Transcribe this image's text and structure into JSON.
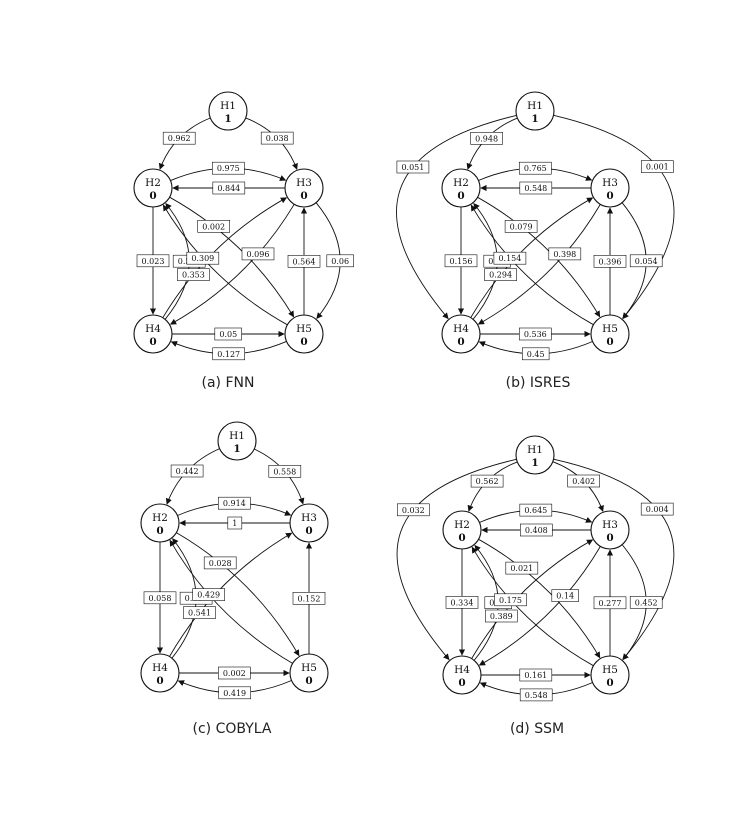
{
  "panels": [
    {
      "id": "fnn",
      "caption": "(a) FNN",
      "nodes": [
        {
          "id": "H1",
          "name": "H1",
          "value": "1"
        },
        {
          "id": "H2",
          "name": "H2",
          "value": "0"
        },
        {
          "id": "H3",
          "name": "H3",
          "value": "0"
        },
        {
          "id": "H4",
          "name": "H4",
          "value": "0"
        },
        {
          "id": "H5",
          "name": "H5",
          "value": "0"
        }
      ],
      "edges": [
        {
          "from": "H1",
          "to": "H2",
          "weight": "0.962"
        },
        {
          "from": "H1",
          "to": "H3",
          "weight": "0.038"
        },
        {
          "from": "H2",
          "to": "H3",
          "weight": "0.975"
        },
        {
          "from": "H3",
          "to": "H2",
          "weight": "0.844"
        },
        {
          "from": "H2",
          "to": "H5",
          "weight": "0.002"
        },
        {
          "from": "H3",
          "to": "H4",
          "weight": "0.096"
        },
        {
          "from": "H4",
          "to": "H2",
          "weight": "0.597"
        },
        {
          "from": "H2",
          "to": "H4",
          "weight": "0.023"
        },
        {
          "from": "H4",
          "to": "H3",
          "weight": "0.353"
        },
        {
          "from": "H5",
          "to": "H2",
          "weight": "0.309"
        },
        {
          "from": "H5",
          "to": "H3",
          "weight": "0.564"
        },
        {
          "from": "H3",
          "to": "H5",
          "weight": "0.06"
        },
        {
          "from": "H4",
          "to": "H5",
          "weight": "0.05"
        },
        {
          "from": "H5",
          "to": "H4",
          "weight": "0.127"
        }
      ]
    },
    {
      "id": "isres",
      "caption": "(b) ISRES",
      "nodes": [
        {
          "id": "H1",
          "name": "H1",
          "value": "1"
        },
        {
          "id": "H2",
          "name": "H2",
          "value": "0"
        },
        {
          "id": "H3",
          "name": "H3",
          "value": "0"
        },
        {
          "id": "H4",
          "name": "H4",
          "value": "0"
        },
        {
          "id": "H5",
          "name": "H5",
          "value": "0"
        }
      ],
      "edges": [
        {
          "from": "H1",
          "to": "H2",
          "weight": "0.948"
        },
        {
          "from": "H1",
          "to": "H4",
          "weight": "0.051"
        },
        {
          "from": "H1",
          "to": "H5",
          "weight": "0.001"
        },
        {
          "from": "H2",
          "to": "H3",
          "weight": "0.765"
        },
        {
          "from": "H3",
          "to": "H2",
          "weight": "0.548"
        },
        {
          "from": "H2",
          "to": "H5",
          "weight": "0.079"
        },
        {
          "from": "H3",
          "to": "H4",
          "weight": "0.398"
        },
        {
          "from": "H4",
          "to": "H2",
          "weight": "0.17"
        },
        {
          "from": "H2",
          "to": "H4",
          "weight": "0.156"
        },
        {
          "from": "H4",
          "to": "H3",
          "weight": "0.294"
        },
        {
          "from": "H5",
          "to": "H2",
          "weight": "0.154"
        },
        {
          "from": "H5",
          "to": "H3",
          "weight": "0.396"
        },
        {
          "from": "H3",
          "to": "H5",
          "weight": "0.054"
        },
        {
          "from": "H4",
          "to": "H5",
          "weight": "0.536"
        },
        {
          "from": "H5",
          "to": "H4",
          "weight": "0.45"
        }
      ]
    },
    {
      "id": "cobyla",
      "caption": "(c) COBYLA",
      "nodes": [
        {
          "id": "H1",
          "name": "H1",
          "value": "1"
        },
        {
          "id": "H2",
          "name": "H2",
          "value": "0"
        },
        {
          "id": "H3",
          "name": "H3",
          "value": "0"
        },
        {
          "id": "H4",
          "name": "H4",
          "value": "0"
        },
        {
          "id": "H5",
          "name": "H5",
          "value": "0"
        }
      ],
      "edges": [
        {
          "from": "H1",
          "to": "H2",
          "weight": "0.442"
        },
        {
          "from": "H1",
          "to": "H3",
          "weight": "0.558"
        },
        {
          "from": "H2",
          "to": "H3",
          "weight": "0.914"
        },
        {
          "from": "H3",
          "to": "H2",
          "weight": "1"
        },
        {
          "from": "H2",
          "to": "H5",
          "weight": "0.028"
        },
        {
          "from": "H4",
          "to": "H2",
          "weight": "0.457"
        },
        {
          "from": "H2",
          "to": "H4",
          "weight": "0.058"
        },
        {
          "from": "H4",
          "to": "H3",
          "weight": "0.541"
        },
        {
          "from": "H5",
          "to": "H2",
          "weight": "0.429"
        },
        {
          "from": "H5",
          "to": "H3",
          "weight": "0.152"
        },
        {
          "from": "H4",
          "to": "H5",
          "weight": "0.002"
        },
        {
          "from": "H5",
          "to": "H4",
          "weight": "0.419"
        }
      ]
    },
    {
      "id": "ssm",
      "caption": "(d) SSM",
      "nodes": [
        {
          "id": "H1",
          "name": "H1",
          "value": "1"
        },
        {
          "id": "H2",
          "name": "H2",
          "value": "0"
        },
        {
          "id": "H3",
          "name": "H3",
          "value": "0"
        },
        {
          "id": "H4",
          "name": "H4",
          "value": "0"
        },
        {
          "id": "H5",
          "name": "H5",
          "value": "0"
        }
      ],
      "edges": [
        {
          "from": "H1",
          "to": "H2",
          "weight": "0.562"
        },
        {
          "from": "H1",
          "to": "H3",
          "weight": "0.402"
        },
        {
          "from": "H1",
          "to": "H4",
          "weight": "0.032"
        },
        {
          "from": "H1",
          "to": "H5",
          "weight": "0.004"
        },
        {
          "from": "H2",
          "to": "H3",
          "weight": "0.645"
        },
        {
          "from": "H3",
          "to": "H2",
          "weight": "0.408"
        },
        {
          "from": "H2",
          "to": "H5",
          "weight": "0.021"
        },
        {
          "from": "H3",
          "to": "H4",
          "weight": "0.14"
        },
        {
          "from": "H4",
          "to": "H2",
          "weight": "0.45"
        },
        {
          "from": "H2",
          "to": "H4",
          "weight": "0.334"
        },
        {
          "from": "H4",
          "to": "H3",
          "weight": "0.389"
        },
        {
          "from": "H5",
          "to": "H2",
          "weight": "0.175"
        },
        {
          "from": "H5",
          "to": "H3",
          "weight": "0.277"
        },
        {
          "from": "H3",
          "to": "H5",
          "weight": "0.452"
        },
        {
          "from": "H4",
          "to": "H5",
          "weight": "0.161"
        },
        {
          "from": "H5",
          "to": "H4",
          "weight": "0.548"
        }
      ]
    }
  ]
}
